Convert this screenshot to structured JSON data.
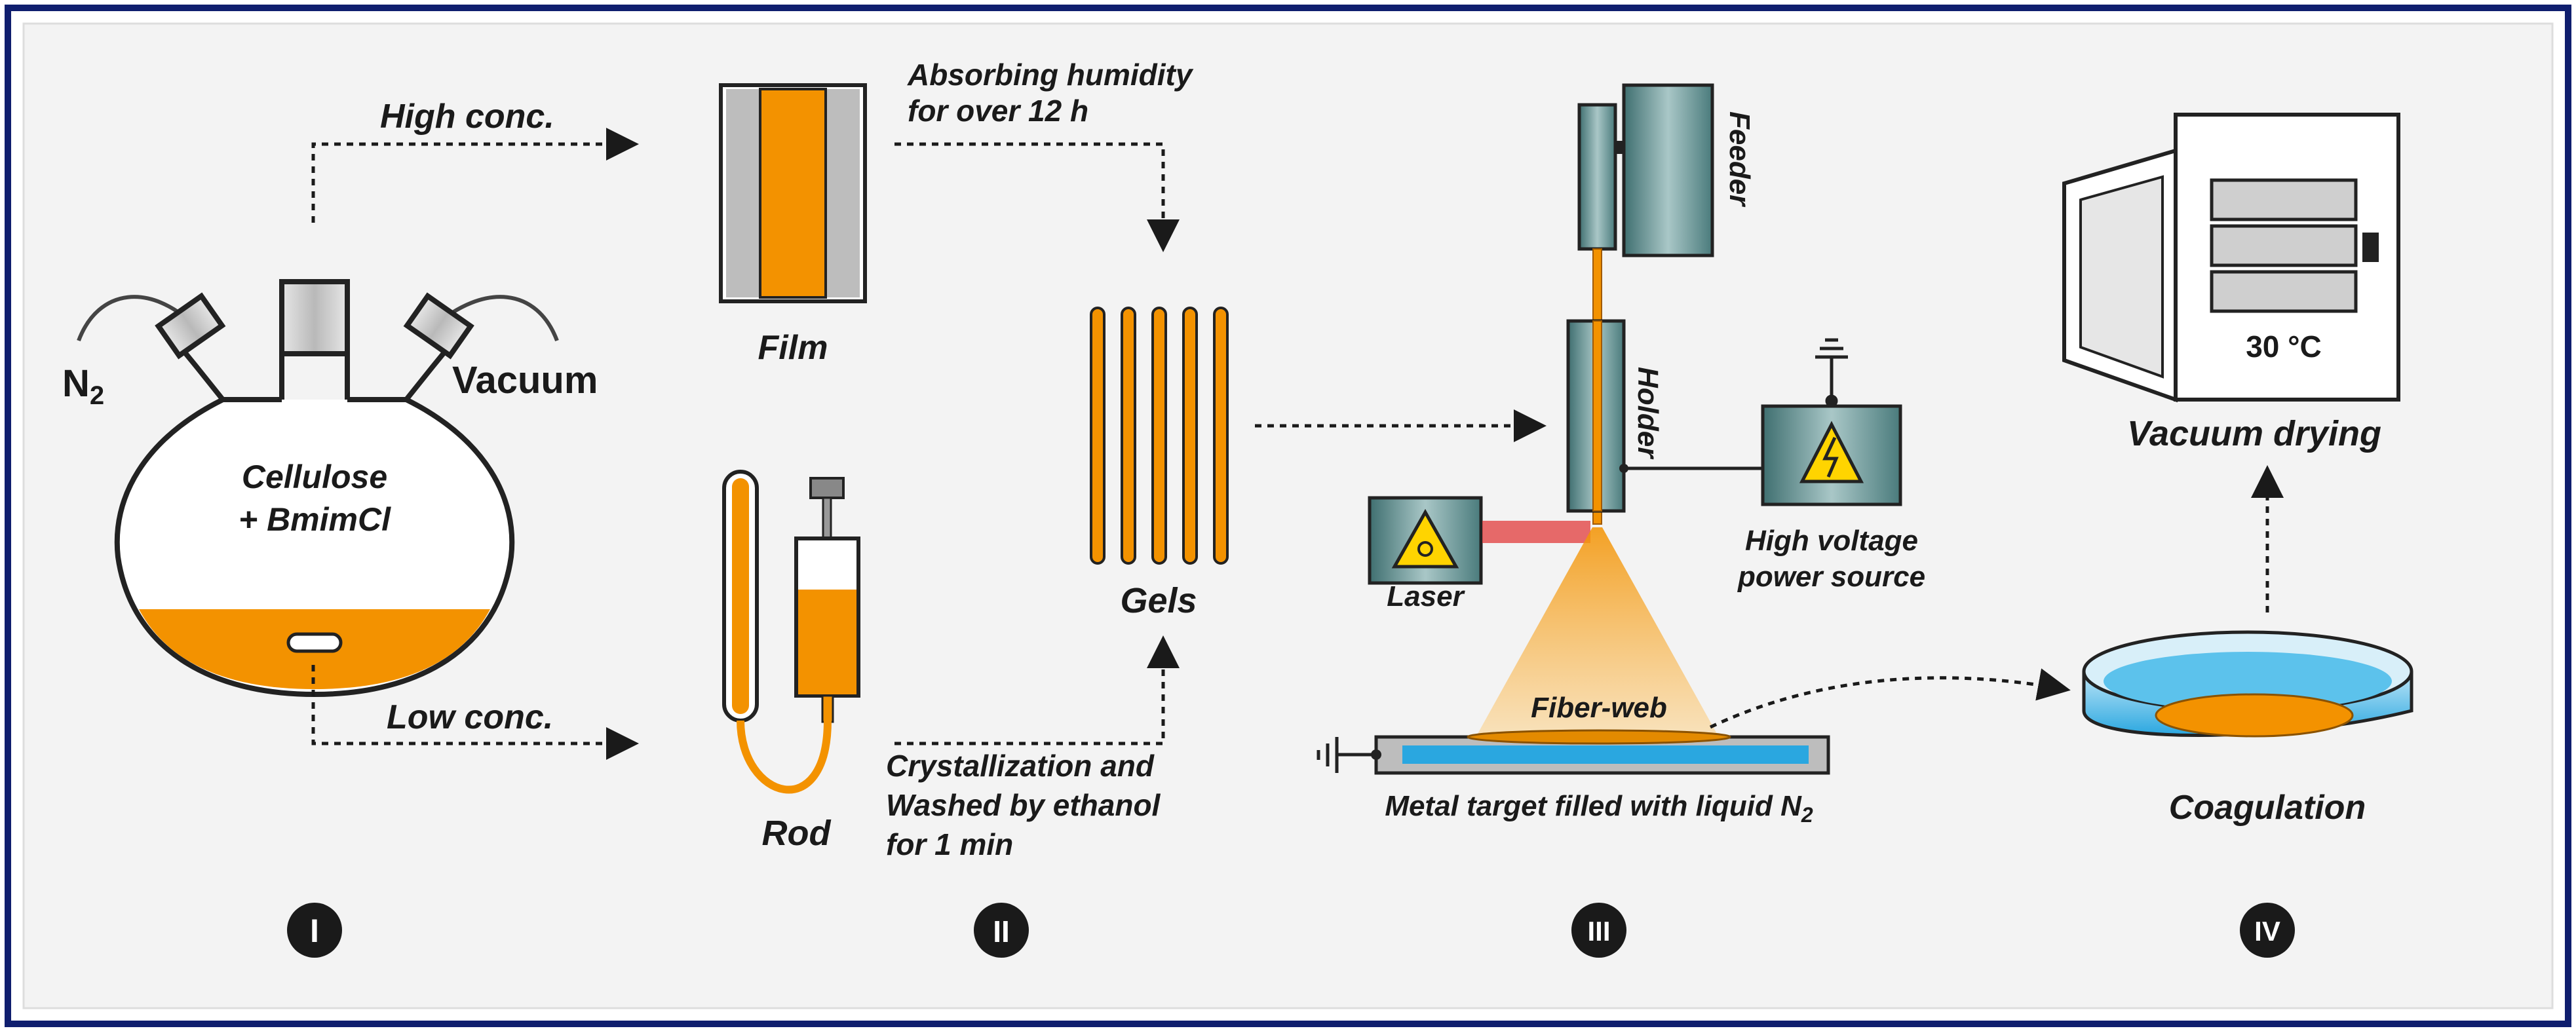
{
  "colors": {
    "frame": "#0f1e6e",
    "panel": "#f3f3f3",
    "orange": "#f39200",
    "gray_glass": "#c9c9c9",
    "teal": "#5e8c8c",
    "blue_fill": "#2aa7e0",
    "laser_red": "#e23b3b"
  },
  "stage1": {
    "n2": "N",
    "n2_sub": "2",
    "vacuum": "Vacuum",
    "solution_line1": "Cellulose",
    "solution_line2": "+ BmimCl",
    "high_conc": "High conc.",
    "low_conc": "Low conc.",
    "badge": "I"
  },
  "stage2": {
    "film": "Film",
    "rod": "Rod",
    "humidity_line1": "Absorbing humidity",
    "humidity_line2": "for over 12 h",
    "cryst_line1": "Crystallization and",
    "cryst_line2": "Washed by ethanol",
    "cryst_line3": "for 1 min",
    "gels": "Gels",
    "badge": "II"
  },
  "stage3": {
    "feeder": "Feeder",
    "holder": "Holder",
    "laser": "Laser",
    "hv_line1": "High voltage",
    "hv_line2": "power source",
    "fiber_web": "Fiber-web",
    "metal_target": "Metal target filled with liquid N",
    "metal_target_sub": "2",
    "badge": "III",
    "icons": [
      "laser-warning-icon",
      "high-voltage-icon",
      "ground-icon"
    ]
  },
  "stage4": {
    "temperature": "30 °C",
    "vacuum_drying": "Vacuum drying",
    "coagulation": "Coagulation",
    "badge": "IV"
  }
}
